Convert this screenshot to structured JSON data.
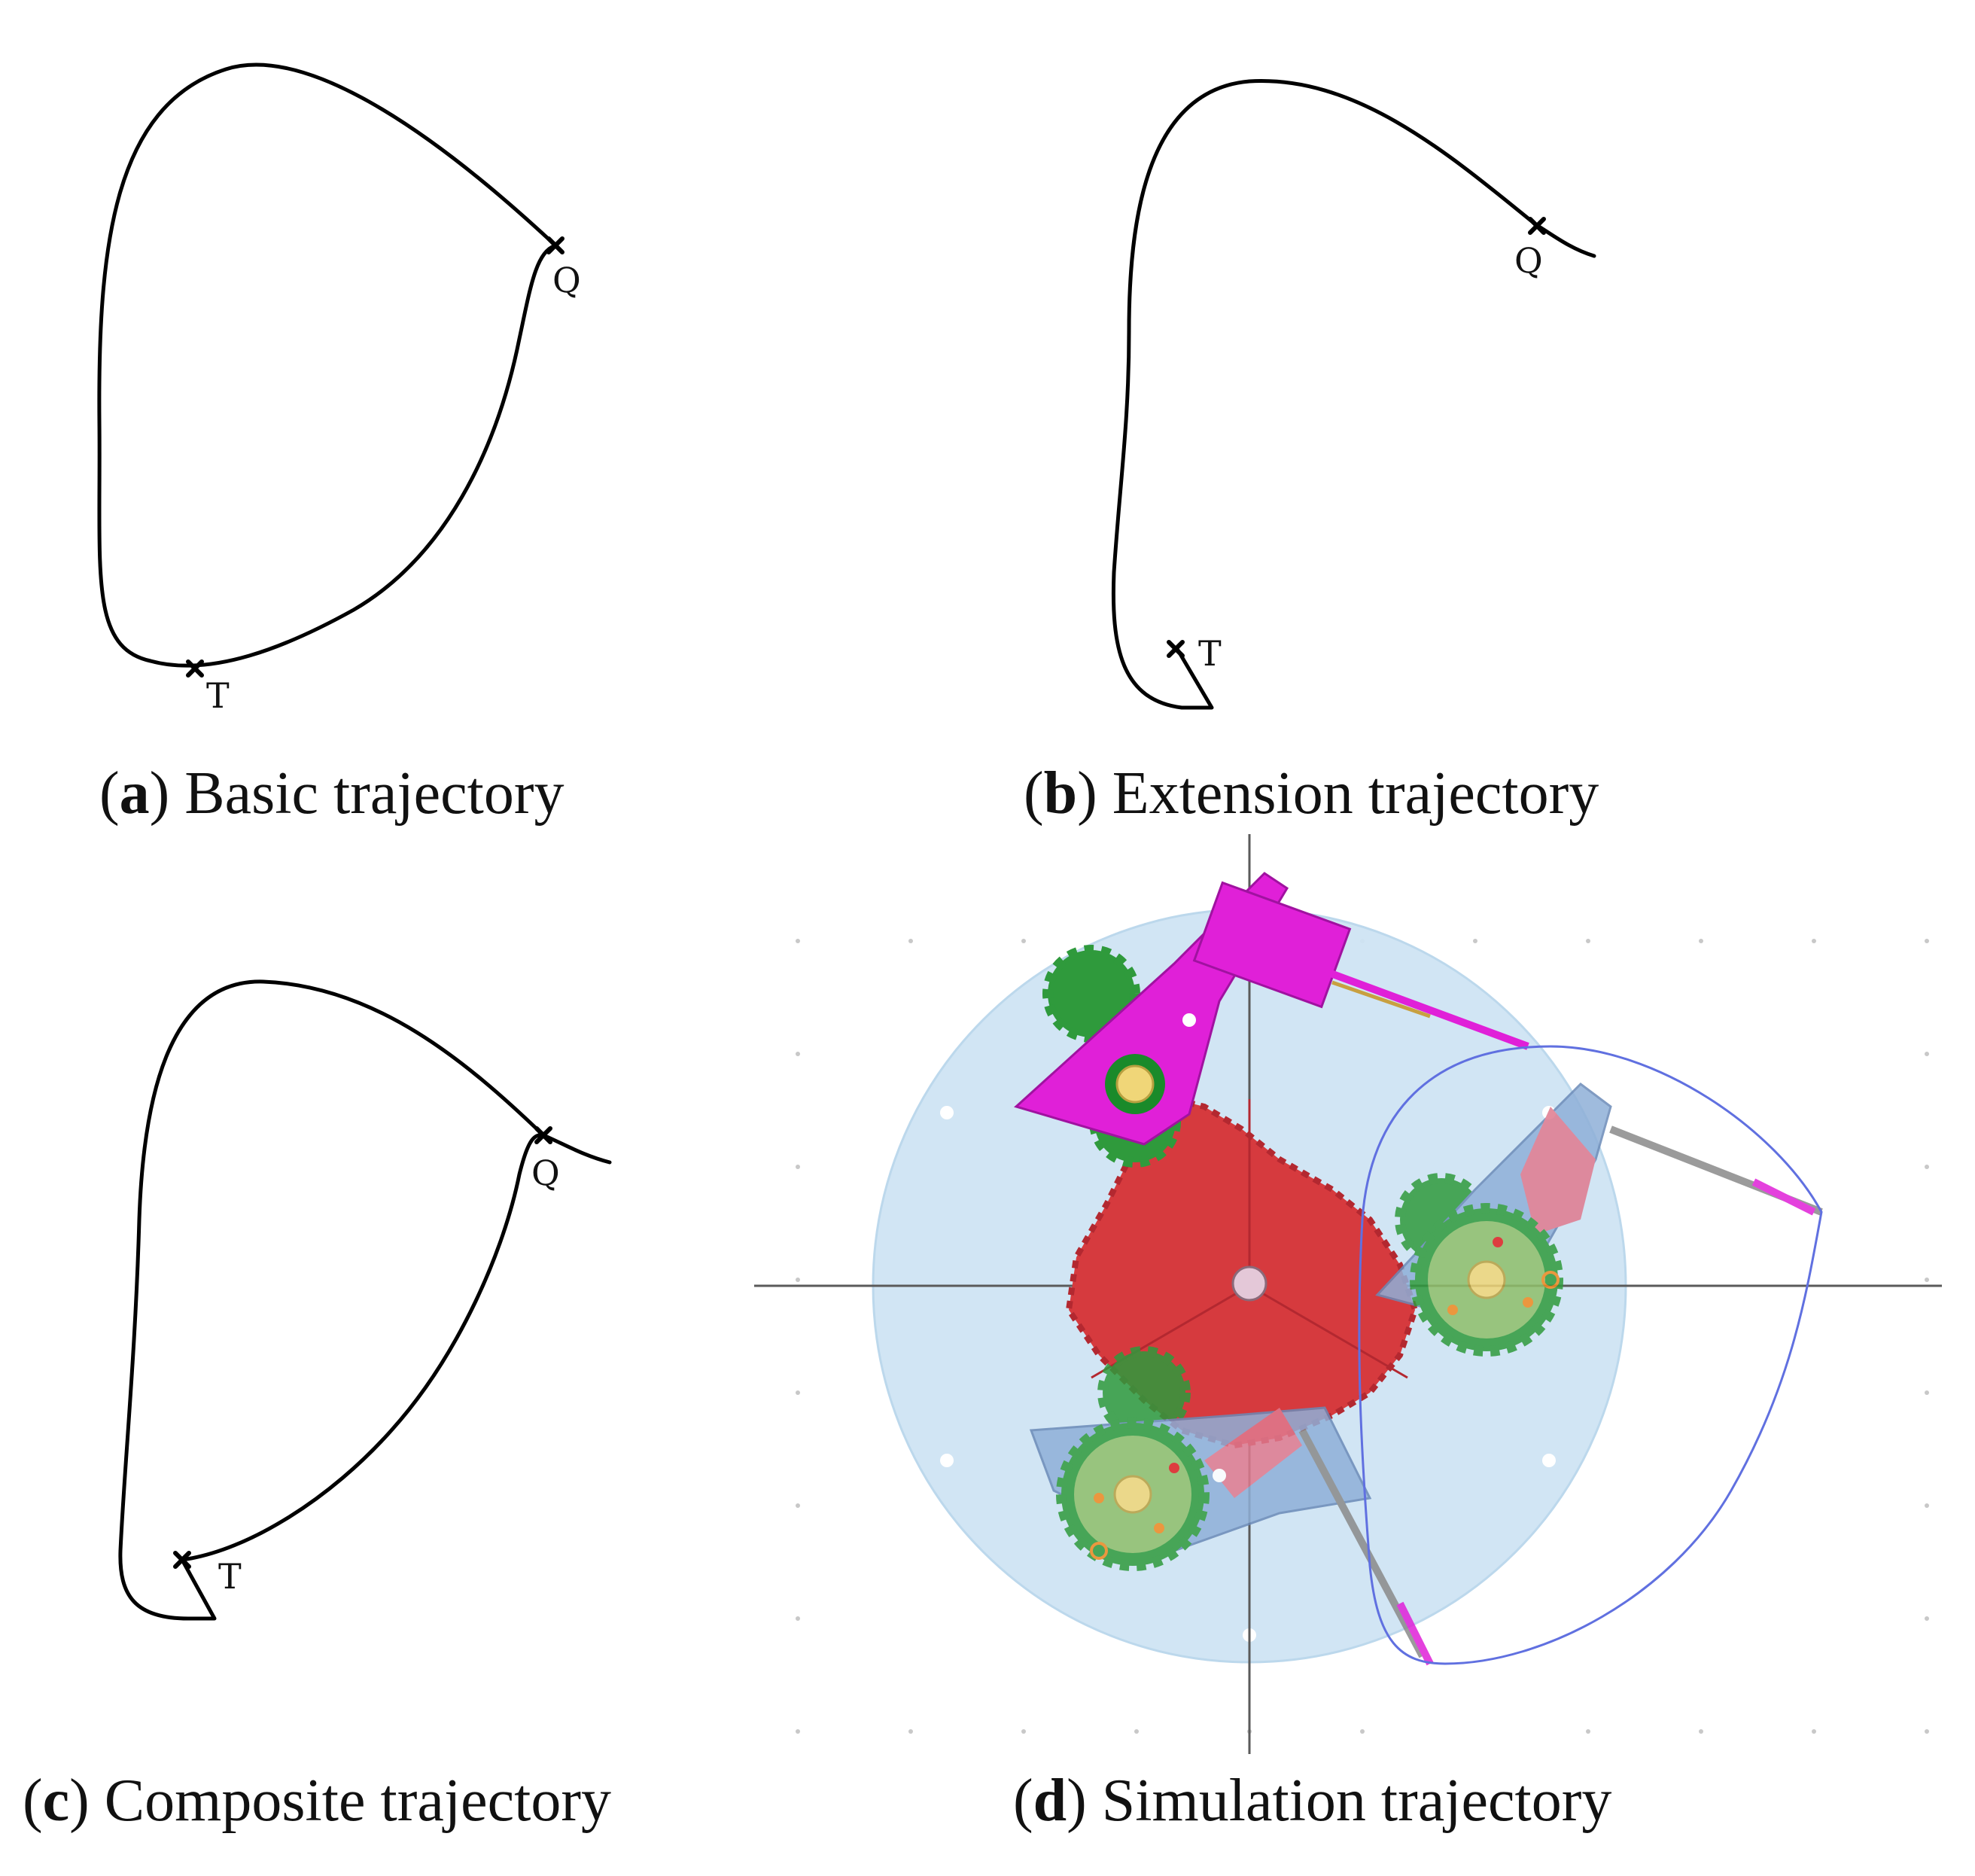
{
  "panels": [
    {
      "id": "a",
      "letter": "a",
      "caption": "Basic trajectory",
      "points": [
        "Q",
        "T"
      ]
    },
    {
      "id": "b",
      "letter": "b",
      "caption": "Extension trajectory",
      "points": [
        "Q",
        "T"
      ]
    },
    {
      "id": "c",
      "letter": "c",
      "caption": "Composite trajectory",
      "points": [
        "Q",
        "T"
      ]
    },
    {
      "id": "d",
      "letter": "d",
      "caption": "Simulation trajectory",
      "points": []
    }
  ],
  "colors": {
    "trajectory": "#000000",
    "base_disc": "#cfe4f4",
    "center_gear": "#d63a3e",
    "arm_magenta": "#e020d8",
    "arm_translucent": "#8fb0d8",
    "pink_link": "#e07a8e",
    "small_gear": "#2f9a3c",
    "planet_gear": "#8fbf6a",
    "hub": "#f0d678",
    "sim_path": "#6070e0",
    "axis_line": "#5a5a5a",
    "grid_dot": "#c8c8c8"
  }
}
